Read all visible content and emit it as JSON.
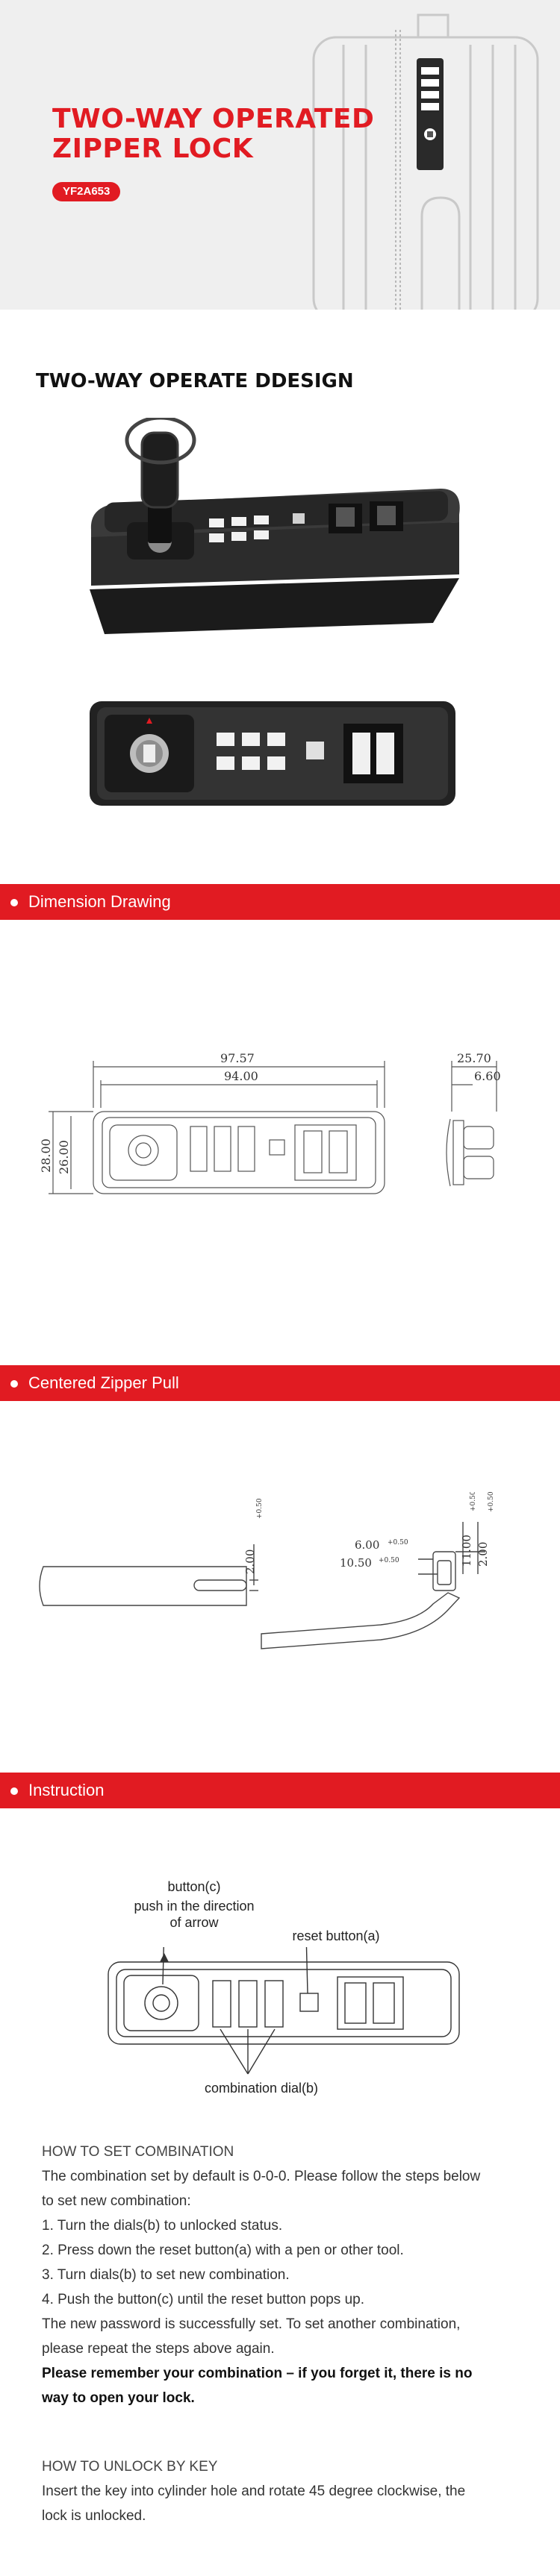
{
  "hero": {
    "title_line1": "TWO-WAY OPERATED",
    "title_line2": "ZIPPER LOCK",
    "model": "YF2A653"
  },
  "section_design": {
    "title": "TWO-WAY OPERATE DDESIGN"
  },
  "bands": {
    "dimension": "Dimension Drawing",
    "zipper": "Centered Zipper Pull",
    "instruction": "Instruction"
  },
  "dimensions": {
    "outer_width": "97.57",
    "inner_width": "94.00",
    "outer_height": "28.00",
    "inner_height": "26.00",
    "depth": "25.70",
    "depth_inner": "6.60"
  },
  "zipper_dims": {
    "slot": "2.00",
    "slot_tol": "+0.50",
    "w1": "6.00",
    "w1_tol": "+0.50",
    "w2": "10.50",
    "w2_tol": "+0.50",
    "h1": "11.00",
    "h1_tol": "+0.50",
    "h2": "2.00",
    "h2_tol": "+0.50"
  },
  "instruction_labels": {
    "button_c": "button(c)",
    "push_line1": "push in the direction",
    "push_line2": "of arrow",
    "reset": "reset button(a)",
    "dial": "combination dial(b)"
  },
  "howto_set": {
    "heading": "HOW TO SET COMBINATION",
    "intro1": "The combination set by default is 0-0-0. Please follow the steps below",
    "intro2": "to set new combination:",
    "step1": "1. Turn the dials(b) to unlocked status.",
    "step2": "2. Press down the reset button(a) with a pen or other tool.",
    "step3": "3. Turn dials(b) to set new combination.",
    "step4": "4. Push the button(c) until the reset button pops up.",
    "note1": "The new password is successfully set. To set another combination,",
    "note2": "please repeat the steps above again.",
    "warn1": "Please remember your combination – if you forget it, there is no",
    "warn2": "way to open your lock."
  },
  "howto_key": {
    "heading": "HOW TO UNLOCK BY KEY",
    "line1": "Insert the key into cylinder hole and rotate 45 degree clockwise, the",
    "line2": "lock is unlocked."
  },
  "colors": {
    "accent": "#e11b22",
    "background_hero": "#efefef"
  }
}
